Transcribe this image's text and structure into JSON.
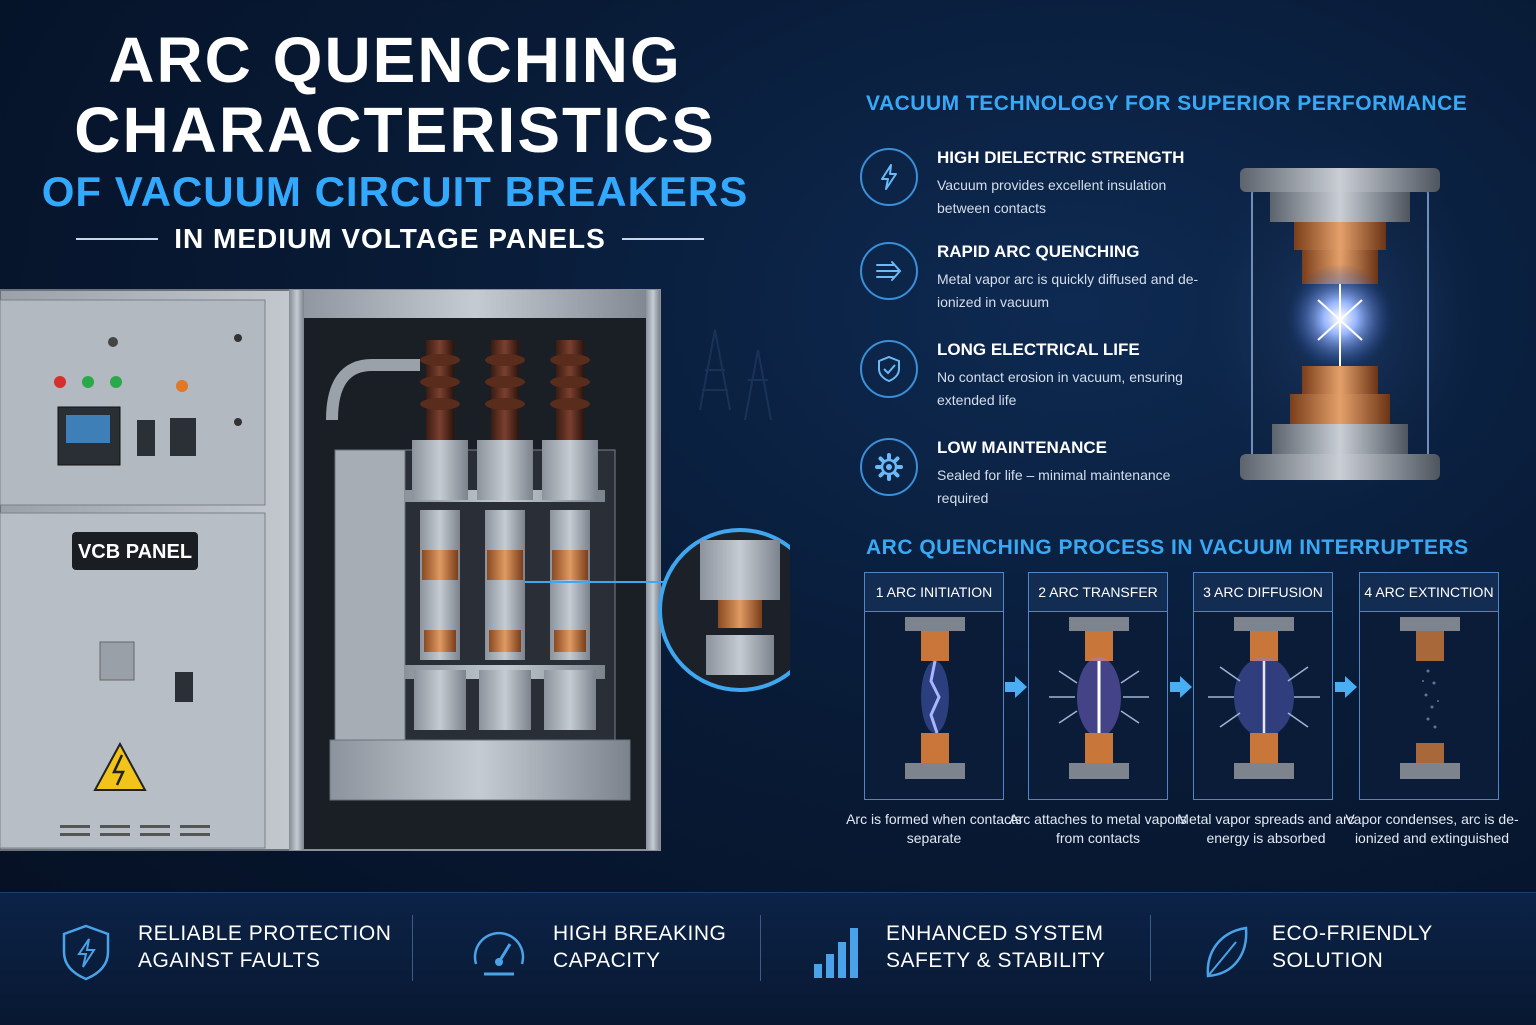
{
  "title": {
    "line1": "ARC QUENCHING",
    "line2": "CHARACTERISTICS",
    "line3": "OF VACUUM CIRCUIT BREAKERS",
    "line4": "IN MEDIUM VOLTAGE PANELS"
  },
  "panel": {
    "label": "VCB PANEL"
  },
  "technology": {
    "heading": "VACUUM TECHNOLOGY FOR SUPERIOR PERFORMANCE",
    "features": [
      {
        "icon": "lightning-icon",
        "title": "HIGH DIELECTRIC STRENGTH",
        "desc": "Vacuum provides excellent insulation between contacts"
      },
      {
        "icon": "arrows-icon",
        "title": "RAPID ARC QUENCHING",
        "desc": "Metal vapor arc is quickly diffused and de-ionized in vacuum"
      },
      {
        "icon": "shield-check-icon",
        "title": "LONG ELECTRICAL LIFE",
        "desc": "No contact erosion in vacuum, ensuring extended life"
      },
      {
        "icon": "gear-icon",
        "title": "LOW MAINTENANCE",
        "desc": "Sealed for life – minimal maintenance required"
      }
    ]
  },
  "process": {
    "heading": "ARC QUENCHING PROCESS IN VACUUM INTERRUPTERS",
    "steps": [
      {
        "label": "1  ARC INITIATION",
        "desc": "Arc is formed when contacts separate"
      },
      {
        "label": "2  ARC TRANSFER",
        "desc": "Arc attaches to metal vapors from contacts"
      },
      {
        "label": "3  ARC DIFFUSION",
        "desc": "Metal vapor spreads and arc energy is absorbed"
      },
      {
        "label": "4  ARC EXTINCTION",
        "desc": "Vapor condenses, arc is de-ionized and extinguished"
      }
    ]
  },
  "benefits": [
    {
      "icon": "shield-lightning-icon",
      "line1": "RELIABLE PROTECTION",
      "line2": "AGAINST FAULTS"
    },
    {
      "icon": "gauge-icon",
      "line1": "HIGH BREAKING",
      "line2": "CAPACITY"
    },
    {
      "icon": "bar-chart-icon",
      "line1": "ENHANCED SYSTEM",
      "line2": "SAFETY & STABILITY"
    },
    {
      "icon": "leaf-icon",
      "line1": "ECO-FRIENDLY",
      "line2": "SOLUTION"
    }
  ],
  "colors": {
    "accent": "#33a8ff",
    "background": "#081a35",
    "copper": "#c8763a"
  }
}
